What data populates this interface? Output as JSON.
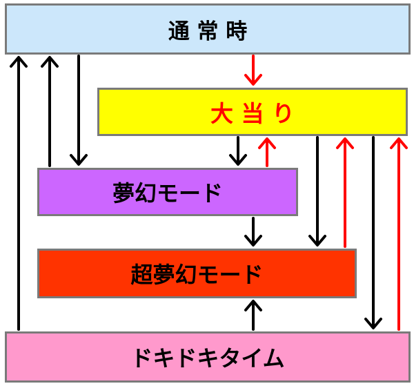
{
  "states": {
    "normal": {
      "label": "通 常 時",
      "fill": "#cce7fb",
      "text_color": "#000000"
    },
    "jackpot": {
      "label": "大 当 り",
      "fill": "#ffff00",
      "text_color": "#ff0000"
    },
    "dream": {
      "label": "夢幻モード",
      "fill": "#cc66ff",
      "text_color": "#000000"
    },
    "super": {
      "label": "超夢幻モード",
      "fill": "#ff3300",
      "text_color": "#000000"
    },
    "doki": {
      "label": "ドキドキタイム",
      "fill": "#ff99cc",
      "text_color": "#000000"
    }
  },
  "arrow_colors": {
    "black": "#000000",
    "red": "#ff0000"
  },
  "transitions": [
    {
      "from": "normal",
      "to": "jackpot",
      "color": "red"
    },
    {
      "from": "normal",
      "to": "dream",
      "color": "black"
    },
    {
      "from": "dream",
      "to": "normal",
      "color": "black"
    },
    {
      "from": "doki",
      "to": "normal",
      "color": "black"
    },
    {
      "from": "jackpot",
      "to": "dream",
      "color": "black"
    },
    {
      "from": "dream",
      "to": "jackpot",
      "color": "red"
    },
    {
      "from": "jackpot",
      "to": "super",
      "color": "black"
    },
    {
      "from": "super",
      "to": "jackpot",
      "color": "red"
    },
    {
      "from": "jackpot",
      "to": "doki",
      "color": "black"
    },
    {
      "from": "doki",
      "to": "jackpot",
      "color": "red"
    },
    {
      "from": "dream",
      "to": "super",
      "color": "black"
    },
    {
      "from": "doki",
      "to": "super",
      "color": "black"
    }
  ]
}
